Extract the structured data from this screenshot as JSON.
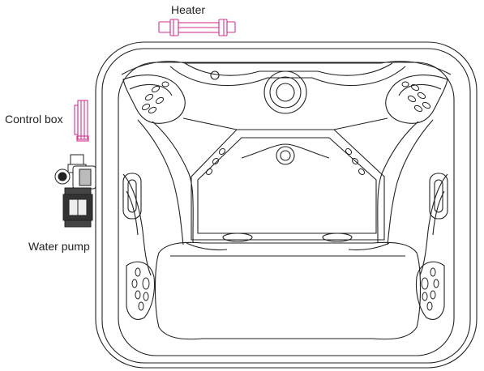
{
  "labels": {
    "heater": "Heater",
    "control_box": "Control box",
    "water_pump": "Water pump"
  },
  "colors": {
    "line": "#222222",
    "heater": "#d6338f",
    "control_box": "#d6338f",
    "background": "#ffffff"
  }
}
